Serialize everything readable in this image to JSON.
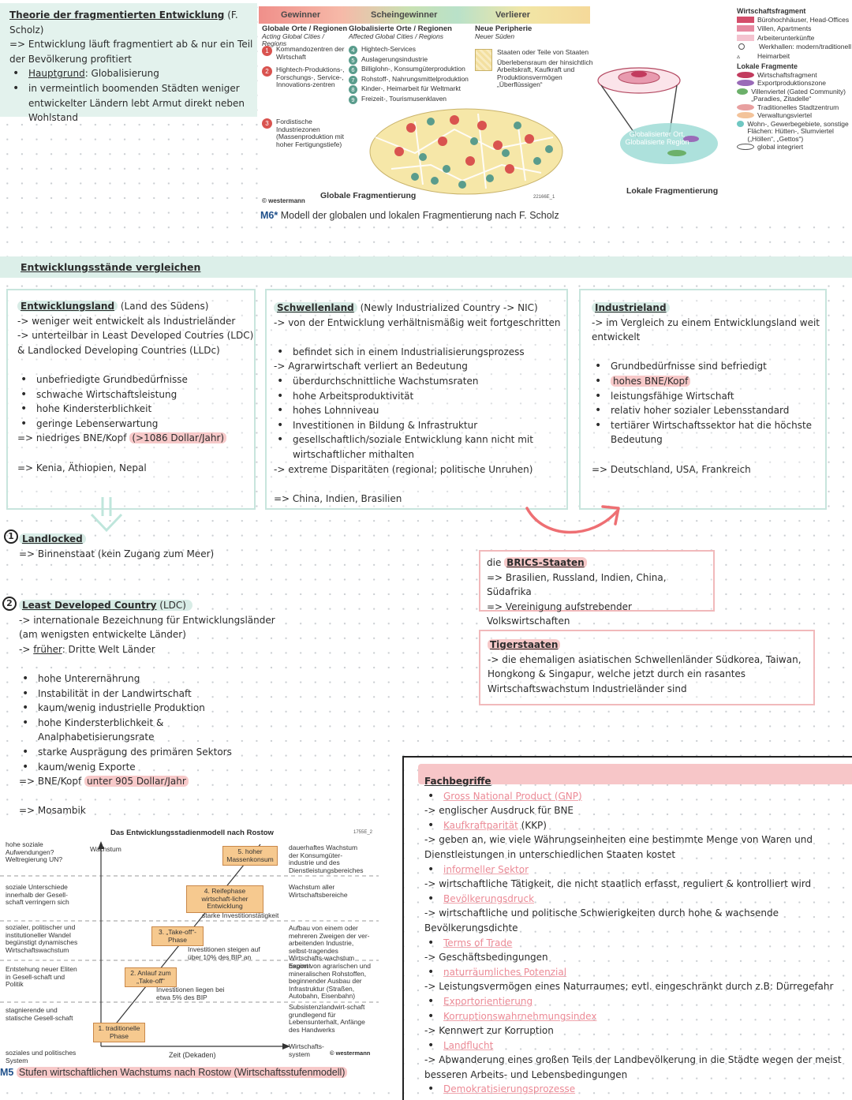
{
  "theory": {
    "title": "Theorie der fragmentierten Entwicklung",
    "author": "(F. Scholz)",
    "line1": "=> Entwicklung läuft fragmentiert ab & nur ein Teil der Bevölkerung profitiert",
    "bullet1_label": "Hauptgrund",
    "bullet1_text": ": Globalisierung",
    "bullet2": "in vermeintlich boomenden Städten weniger entwickelter Ländern lebt Armut direkt neben Wohlstand"
  },
  "scholz_model": {
    "head_winners": "Gewinner",
    "head_pseudo": "Scheingewinner",
    "head_losers": "Verlierer",
    "col1_title": "Globale Orte / Regionen",
    "col1_sub": "Acting Global Cities / Regions",
    "col2_title": "Globalisierte Orte / Regionen",
    "col2_sub": "Affected Global Cities / Regions",
    "col3_title": "Neue Peripherie",
    "col3_sub": "Neuer Süden",
    "winners": [
      {
        "num": "1",
        "text": "Kommandozentren der Wirtschaft"
      },
      {
        "num": "2",
        "text": "Hightech-Produktions-, Forschungs-, Service-, Innovations-zentren"
      },
      {
        "num": "3",
        "text": "Fordistische Industriezonen (Massenproduktion mit hoher Fertigungstiefe)"
      }
    ],
    "pseudo": [
      {
        "num": "4",
        "text": "Hightech-Services"
      },
      {
        "num": "5",
        "text": "Auslagerungsindustrie"
      },
      {
        "num": "6",
        "text": "Billiglohn-, Konsumgüterproduktion"
      },
      {
        "num": "7",
        "text": "Rohstoff-, Nahrungsmittelproduktion"
      },
      {
        "num": "8",
        "text": "Kinder-, Heimarbeit für Weltmarkt"
      },
      {
        "num": "9",
        "text": "Freizeit-, Tourismusenklaven"
      }
    ],
    "losers": [
      "Staaten oder Teile von Staaten",
      "Überlebensraum der hinsichtlich Arbeitskraft, Kaufkraft und Produktionsvermögen „Überflüssigen“"
    ],
    "global_label": "Globale Fragmentierung",
    "local_label": "Lokale Fragmentierung",
    "local_place": "Globalisierter Ort, Globalisierte Region",
    "code": "22166E_1",
    "publisher": "© westermann",
    "legend_title1": "Wirtschaftsfragment",
    "legend1": [
      {
        "text": "Bürohochhäuser, Head-Offices",
        "color": "#d44d6a"
      },
      {
        "text": "Villen, Apartments",
        "color": "#e68aa1"
      },
      {
        "text": "Arbeiterunterkünfte",
        "color": "#f4c3cf"
      },
      {
        "text": "Werkhallen: modern/traditionell",
        "color": "#ffffff"
      },
      {
        "text": "Heimarbeit",
        "color": "#ffffff"
      }
    ],
    "legend_title2": "Lokale Fragmente",
    "legend2": [
      {
        "text": "Wirtschaftsfragment",
        "color": "#c23b5e"
      },
      {
        "text": "Exportproduktionszone",
        "color": "#9a6bb8"
      },
      {
        "text": "Villenviertel (Gated Community) „Paradies, Zitadelle“",
        "color": "#6cb06a"
      },
      {
        "text": "Traditionelles Stadtzentrum",
        "color": "#e8a0a0"
      },
      {
        "text": "Verwaltungsviertel",
        "color": "#f3c39a"
      },
      {
        "text": "Wohn-, Gewerbegebiete, sonstige Flächen: Hütten-, Slumviertel („Höllen“, „Gettos“)",
        "color": "#6fc7c2"
      },
      {
        "text": "global integriert",
        "color": "#ffffff"
      }
    ],
    "caption_code": "M6*",
    "caption": "Modell der globalen und lokalen Fragmentierung nach F. Scholz"
  },
  "section": {
    "title": "Entwicklungsstände vergleichen"
  },
  "dev_country": {
    "title": "Entwicklungsland",
    "title_extra": "(Land des Südens)",
    "lines": [
      "-> weniger weit entwickelt als Industrieländer",
      "-> unterteilbar in Least Developed Coutries (LDC) & Landlocked Developing Countries (LLDc)"
    ],
    "bullets": [
      "unbefriedigte Grundbedürfnisse",
      "schwache Wirtschaftsleistung",
      "hohe Kindersterblichkeit",
      "geringe Lebenserwartung"
    ],
    "gnp_line": "=> niedriges BNE/Kopf",
    "gnp_value": "(>1086 Dollar/Jahr)",
    "examples": "=> Kenia, Äthiopien, Nepal"
  },
  "emerging": {
    "title": "Schwellenland",
    "title_extra": "(Newly Industrialized Country -> NIC)",
    "line1": "-> von der Entwicklung verhältnismäßig weit fortgeschritten",
    "items": [
      {
        "type": "bullet",
        "text": "befindet sich in einem Industrialisierungsprozess"
      },
      {
        "type": "arrow",
        "text": "-> Agrarwirtschaft verliert an Bedeutung"
      },
      {
        "type": "bullet",
        "text": "überdurchschnittliche Wachstumsraten"
      },
      {
        "type": "bullet",
        "text": "hohe Arbeitsproduktivität"
      },
      {
        "type": "bullet",
        "text": "hohes Lohnniveau"
      },
      {
        "type": "bullet",
        "text": "Investitionen in Bildung & Infrastruktur"
      },
      {
        "type": "bullet",
        "text": "gesellschaftlich/soziale Entwicklung kann nicht mit wirtschaftlicher mithalten"
      },
      {
        "type": "arrow",
        "text": "-> extreme Disparitäten (regional; politische Unruhen)"
      }
    ],
    "examples": "=> China, Indien, Brasilien"
  },
  "industrial": {
    "title": "Industrieland",
    "line1": "-> im Vergleich zu einem Entwicklungsland weit entwickelt",
    "bullets": [
      "Grundbedürfnisse sind befriedigt",
      "hohes BNE/Kopf",
      "leistungsfähige Wirtschaft",
      "relativ hoher sozialer Lebensstandard",
      "tertiärer Wirtschaftssektor hat die höchste Bedeutung"
    ],
    "examples": "=> Deutschland, USA, Frankreich"
  },
  "landlocked": {
    "num": "1",
    "title": "Landlocked",
    "text": "=> Binnenstaat (kein Zugang zum Meer)"
  },
  "ldc": {
    "num": "2",
    "title": "Least Developed Country",
    "title_extra": "(LDC)",
    "lines": [
      "-> internationale Bezeichnung für Entwicklungsländer (am wenigsten entwickelte Länder)"
    ],
    "former_label": "früher",
    "former_text": ": Dritte Welt Länder",
    "bullets": [
      "hohe Unterernährung",
      "Instabilität in der Landwirtschaft",
      "kaum/wenig industrielle Produktion",
      "hohe Kindersterblichkeit & Analphabetisierungsrate",
      "starke Ausprägung des primären Sektors",
      "kaum/wenig Exporte"
    ],
    "gnp_line": "=> BNE/Kopf",
    "gnp_value": "unter 905 Dollar/Jahr",
    "example": "=> Mosambik"
  },
  "brics": {
    "prefix": "die",
    "title": "BRICS-Staaten",
    "line1": "=> Brasilien, Russland, Indien, China, Südafrika",
    "line2": "=> Vereinigung aufstrebender Volkswirtschaften"
  },
  "tigers": {
    "title": "Tigerstaaten",
    "text": "-> die ehemaligen asiatischen Schwellenländer Südkorea, Taiwan, Hongkong & Singapur, welche jetzt durch ein rasantes Wirtschaftswachstum Industrieländer sind"
  },
  "rostow": {
    "title": "Das Entwicklungsstadienmodell nach Rostow",
    "code": "1755E_2",
    "y_axis": "Wachstum",
    "x_axis": "Zeit (Dekaden)",
    "publisher": "© westermann",
    "left_labels": [
      "hohe soziale Aufwendungen? Weltregierung UN?",
      "soziale Unterschiede innerhalb der Gesell-schaft verringern sich",
      "sozialer, politischer und institutioneller Wandel begünstigt dynamisches Wirtschaftswachstum",
      "Entstehung neuer Eliten in Gesell-schaft und Politik",
      "stagnierende und statische Gesell-schaft",
      "soziales und politisches System"
    ],
    "stages": [
      "1. traditionelle Phase",
      "2. Anlauf zum „Take-off“",
      "3. „Take-off“-Phase",
      "4. Reifephase wirtschaft-licher Entwicklung",
      "5. hoher Massenkonsum"
    ],
    "notes": [
      "Investitionen liegen bei etwa 5% des BIP",
      "Investitionen steigen auf über 10% des BIP an",
      "starke Investitionstätigkeit"
    ],
    "right_labels": [
      "dauerhaftes Wachstum der Konsumgüter-industrie und des Dienstleistungsbereiches",
      "Wachstum aller Wirtschaftsbereiche",
      "Aufbau von einem oder mehreren Zweigen der ver-arbeitenden Industrie, selbst-tragendes Wirtschafts-wachstum beginnt",
      "Export von agrarischen und mineralischen Rohstoffen, beginnender Ausbau der Infrastruktur (Straßen, Autobahn, Eisenbahn)",
      "Subsistenzlandwirt-schaft grundlegend für Lebensunterhalt, Anfänge des Handwerks",
      "Wirtschafts-system"
    ],
    "caption_code": "M5",
    "caption": "Stufen wirtschaftlichen Wachstums nach Rostow (Wirtschaftsstufenmodell)"
  },
  "terms": {
    "title": "Fachbegriffe",
    "items": [
      {
        "term": "Gross National Product (GNP)",
        "desc": "-> englischer Ausdruck für BNE"
      },
      {
        "term": "Kaufkraftparität",
        "extra": "(KKP)",
        "desc": "-> geben an, wie viele Währungseinheiten eine bestimmte Menge von Waren und Dienstleistungen in unterschiedlichen Staaten kostet"
      },
      {
        "term": "informeller Sektor",
        "desc": "-> wirtschaftliche Tätigkeit, die nicht staatlich erfasst, reguliert & kontrolliert wird"
      },
      {
        "term": "Bevölkerungsdruck",
        "desc": "-> wirtschaftliche und politische Schwierigkeiten durch hohe & wachsende Bevölkerungsdichte"
      },
      {
        "term": "Terms of Trade",
        "desc": "-> Geschäftsbedingungen"
      },
      {
        "term": "naturräumliches Potenzial",
        "desc": "-> Leistungsvermögen eines Naturraumes; evtl. eingeschränkt durch z.B: Dürregefahr"
      },
      {
        "term": "Exportorientierung",
        "desc": ""
      },
      {
        "term": "Korruptionswahrnehmungsindex",
        "desc": "-> Kennwert zur Korruption"
      },
      {
        "term": "Landflucht",
        "desc": "-> Abwanderung eines großen Teils der Landbevölkerung in die Städte wegen der meist besseren Arbeits- und Lebensbedingungen"
      },
      {
        "term": "Demokratisierungsprozesse",
        "desc": ""
      }
    ]
  }
}
